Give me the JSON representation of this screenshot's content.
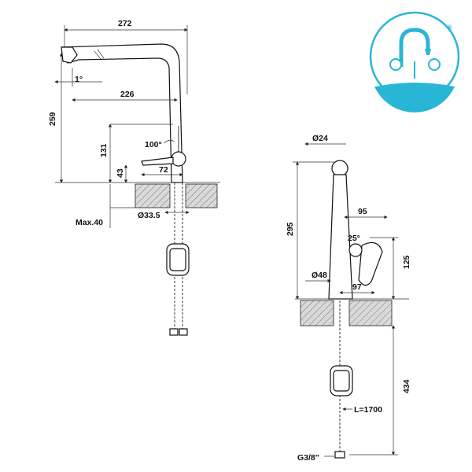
{
  "side_view": {
    "width_label": "272",
    "angle_small_label": "1°",
    "reach_label": "226",
    "height_label": "259",
    "handle_height_label": "131",
    "angle_handle_label": "100°",
    "handle_reach_label": "72",
    "base_label": "43",
    "hole_label": "Ø33.5",
    "max_label": "Max.40"
  },
  "front_view": {
    "top_dia_label": "Ø24",
    "height_label": "295",
    "handle_reach_label": "95",
    "angle_label": "25°",
    "handle_height_label": "125",
    "base_dia_label": "Ø48",
    "base_reach_label": "97",
    "hose_depth_label": "434",
    "hose_length_label": "L=1700",
    "thread_label": "G3/8\""
  },
  "logo": {
    "registered_mark": "®",
    "colors": {
      "primary": "#29b6d6",
      "light": "#e6f7fb"
    }
  }
}
